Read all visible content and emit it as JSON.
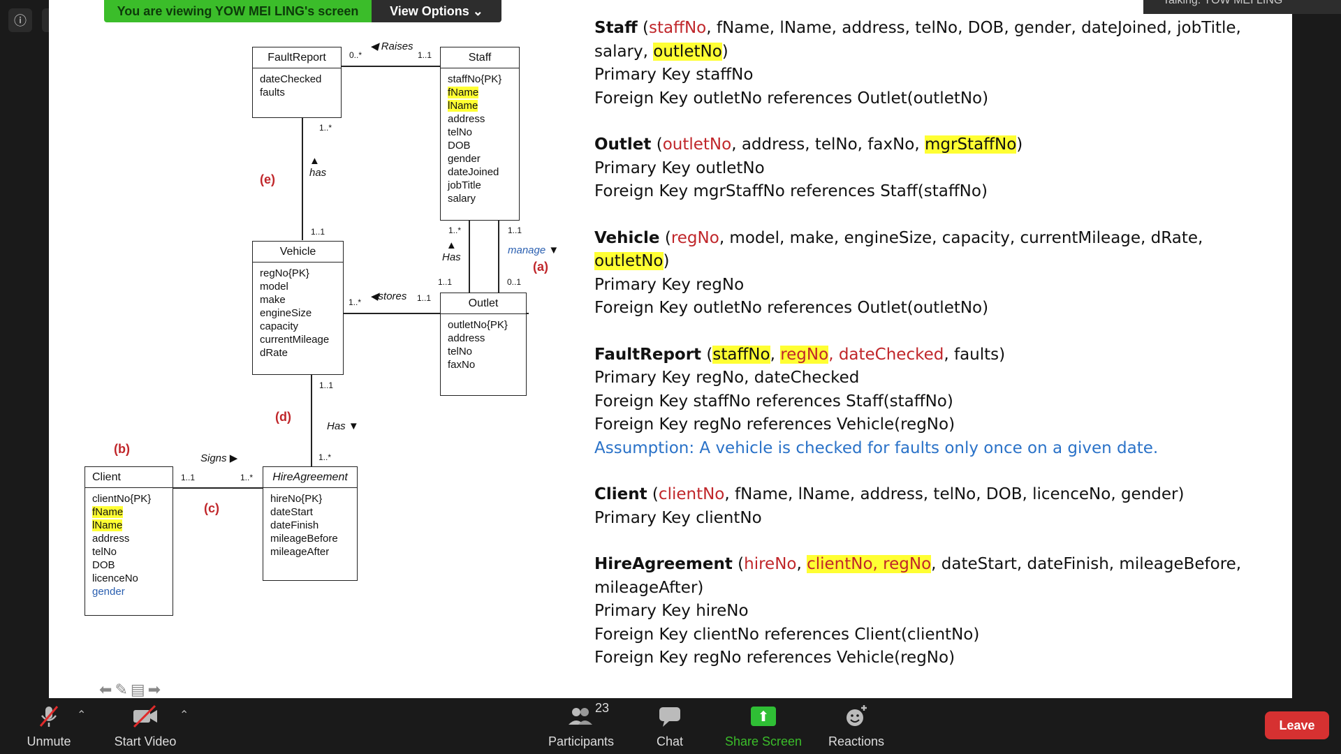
{
  "banner": {
    "viewing_text": "You are viewing YOW MEI LING's screen",
    "view_options": "View Options ⌄"
  },
  "talking": "Talking: YOW MEI LING",
  "diagram": {
    "entities": {
      "fault_report": {
        "title": "FaultReport",
        "attrs": [
          "dateChecked",
          " faults"
        ]
      },
      "staff": {
        "title": "Staff",
        "attrs": [
          "staffNo{PK}",
          "fName",
          "lName",
          "address",
          "telNo",
          " DOB",
          "gender",
          "dateJoined",
          "jobTitle",
          "salary"
        ]
      },
      "vehicle": {
        "title": "Vehicle",
        "attrs": [
          "regNo{PK}",
          "model",
          "make",
          "engineSize",
          "capacity",
          "currentMileage",
          "dRate"
        ]
      },
      "outlet": {
        "title": "Outlet",
        "attrs": [
          "outletNo{PK}",
          "address",
          " telNo",
          " faxNo"
        ]
      },
      "client": {
        "title": "Client",
        "attrs": [
          "clientNo{PK}",
          "fName",
          "lName",
          "address",
          "telNo",
          "DOB",
          "licenceNo",
          "gender"
        ]
      },
      "hire_agreement": {
        "title": "HireAgreement",
        "attrs": [
          "hireNo{PK}",
          "dateStart",
          "dateFinish",
          "mileageBefore",
          "mileageAfter"
        ]
      }
    },
    "relationships": {
      "raises": "Raises",
      "has_e": "has",
      "has_staff_outlet": "Has",
      "manage": "manage",
      "stores": "stores",
      "has_d": "Has",
      "signs": "Signs"
    },
    "multiplicities": {
      "fr_raises": "0..*",
      "staff_raises": "1..1",
      "fr_has": "1..*",
      "vehicle_has": "1..1",
      "staff_has": "1..*",
      "staff_manage": "1..1",
      "outlet_has": "1..1",
      "outlet_manage": "0..1",
      "vehicle_stores": "1..*",
      "outlet_stores": "1..1",
      "vehicle_hasd": "1..1",
      "hire_hasd": "1..*",
      "client_signs": "1..1",
      "hire_signs": "1..*"
    },
    "labels": {
      "a": "(a)",
      "b": "(b)",
      "c": "(c)",
      "d": "(d)",
      "e": "(e)"
    }
  },
  "schema": {
    "staff": {
      "rel": "Staff",
      "pk_key": "staffNo",
      "rest1": ", fName, lName, address, telNo, DOB, gender, dateJoined, jobTitle, salary, ",
      "fk": "outletNo",
      "pk_line": "Primary Key staffNo",
      "fk_line": "Foreign Key outletNo references Outlet(outletNo)"
    },
    "outlet": {
      "rel": "Outlet",
      "pk_key": "outletNo",
      "rest1": ", address, telNo, faxNo, ",
      "fk": "mgrStaffNo",
      "pk_line": "Primary Key outletNo",
      "fk_line": "Foreign Key mgrStaffNo references Staff(staffNo)"
    },
    "vehicle": {
      "rel": "Vehicle",
      "pk_key": "regNo",
      "rest1": ", model, make, engineSize, capacity, currentMileage,  dRate,",
      "fk": "outletNo",
      "pk_line": "Primary Key regNo",
      "fk_line": "Foreign Key outletNo references Outlet(outletNo)"
    },
    "fault_report": {
      "rel": "FaultReport",
      "fk1": "staffNo",
      "fk2": "regNo",
      "key3": "dateChecked",
      "rest": ", faults)",
      "pk_line": "Primary Key regNo, dateChecked",
      "fk_line1": "Foreign Key staffNo references Staff(staffNo)",
      "fk_line2": "Foreign Key regNo references Vehicle(regNo)",
      "assumption": "Assumption: A vehicle is checked for faults only once on a given date."
    },
    "client": {
      "rel": "Client",
      "pk_key": "clientNo",
      "rest": ", fName, lName, address, telNo, DOB, licenceNo, gender)",
      "pk_line": "Primary Key clientNo"
    },
    "hire_agreement": {
      "rel": "HireAgreement",
      "pk_key": "hireNo",
      "fk": "clientNo, regNo",
      "rest": ", dateStart, dateFinish, mileageBefore,",
      "rest2": "mileageAfter)",
      "pk_line": "Primary Key hireNo",
      "fk_line1": "Foreign Key clientNo references Client(clientNo)",
      "fk_line2": "Foreign Key regNo references Vehicle(regNo)"
    }
  },
  "toolbar": {
    "unmute": "Unmute",
    "start_video": "Start Video",
    "participants": "Participants",
    "participants_count": "23",
    "chat": "Chat",
    "share_screen": "Share Screen",
    "reactions": "Reactions",
    "leave": "Leave"
  }
}
